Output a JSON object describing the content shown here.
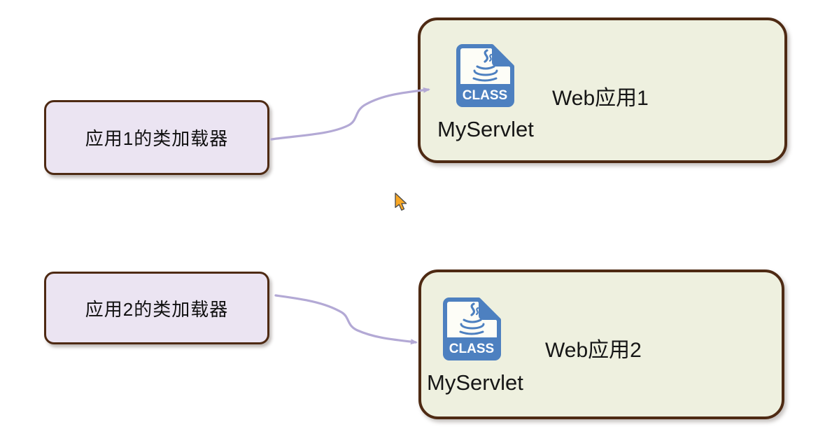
{
  "diagram": {
    "loaders": [
      {
        "label": "应用1的类加载器"
      },
      {
        "label": "应用2的类加载器"
      }
    ],
    "webapps": [
      {
        "title": "Web应用1",
        "class_name": "MyServlet",
        "file_icon_label": "CLASS"
      },
      {
        "title": "Web应用2",
        "class_name": "MyServlet",
        "file_icon_label": "CLASS"
      }
    ],
    "colors": {
      "background": "#ffffff",
      "box_border": "#4e2a13",
      "loader_fill": "#ebe4f2",
      "webapp_fill": "#eef0df",
      "arrow": "#b3a9d5",
      "icon_blue": "#4d80c0",
      "cursor_fill": "#f9a825",
      "text": "#161616"
    }
  }
}
